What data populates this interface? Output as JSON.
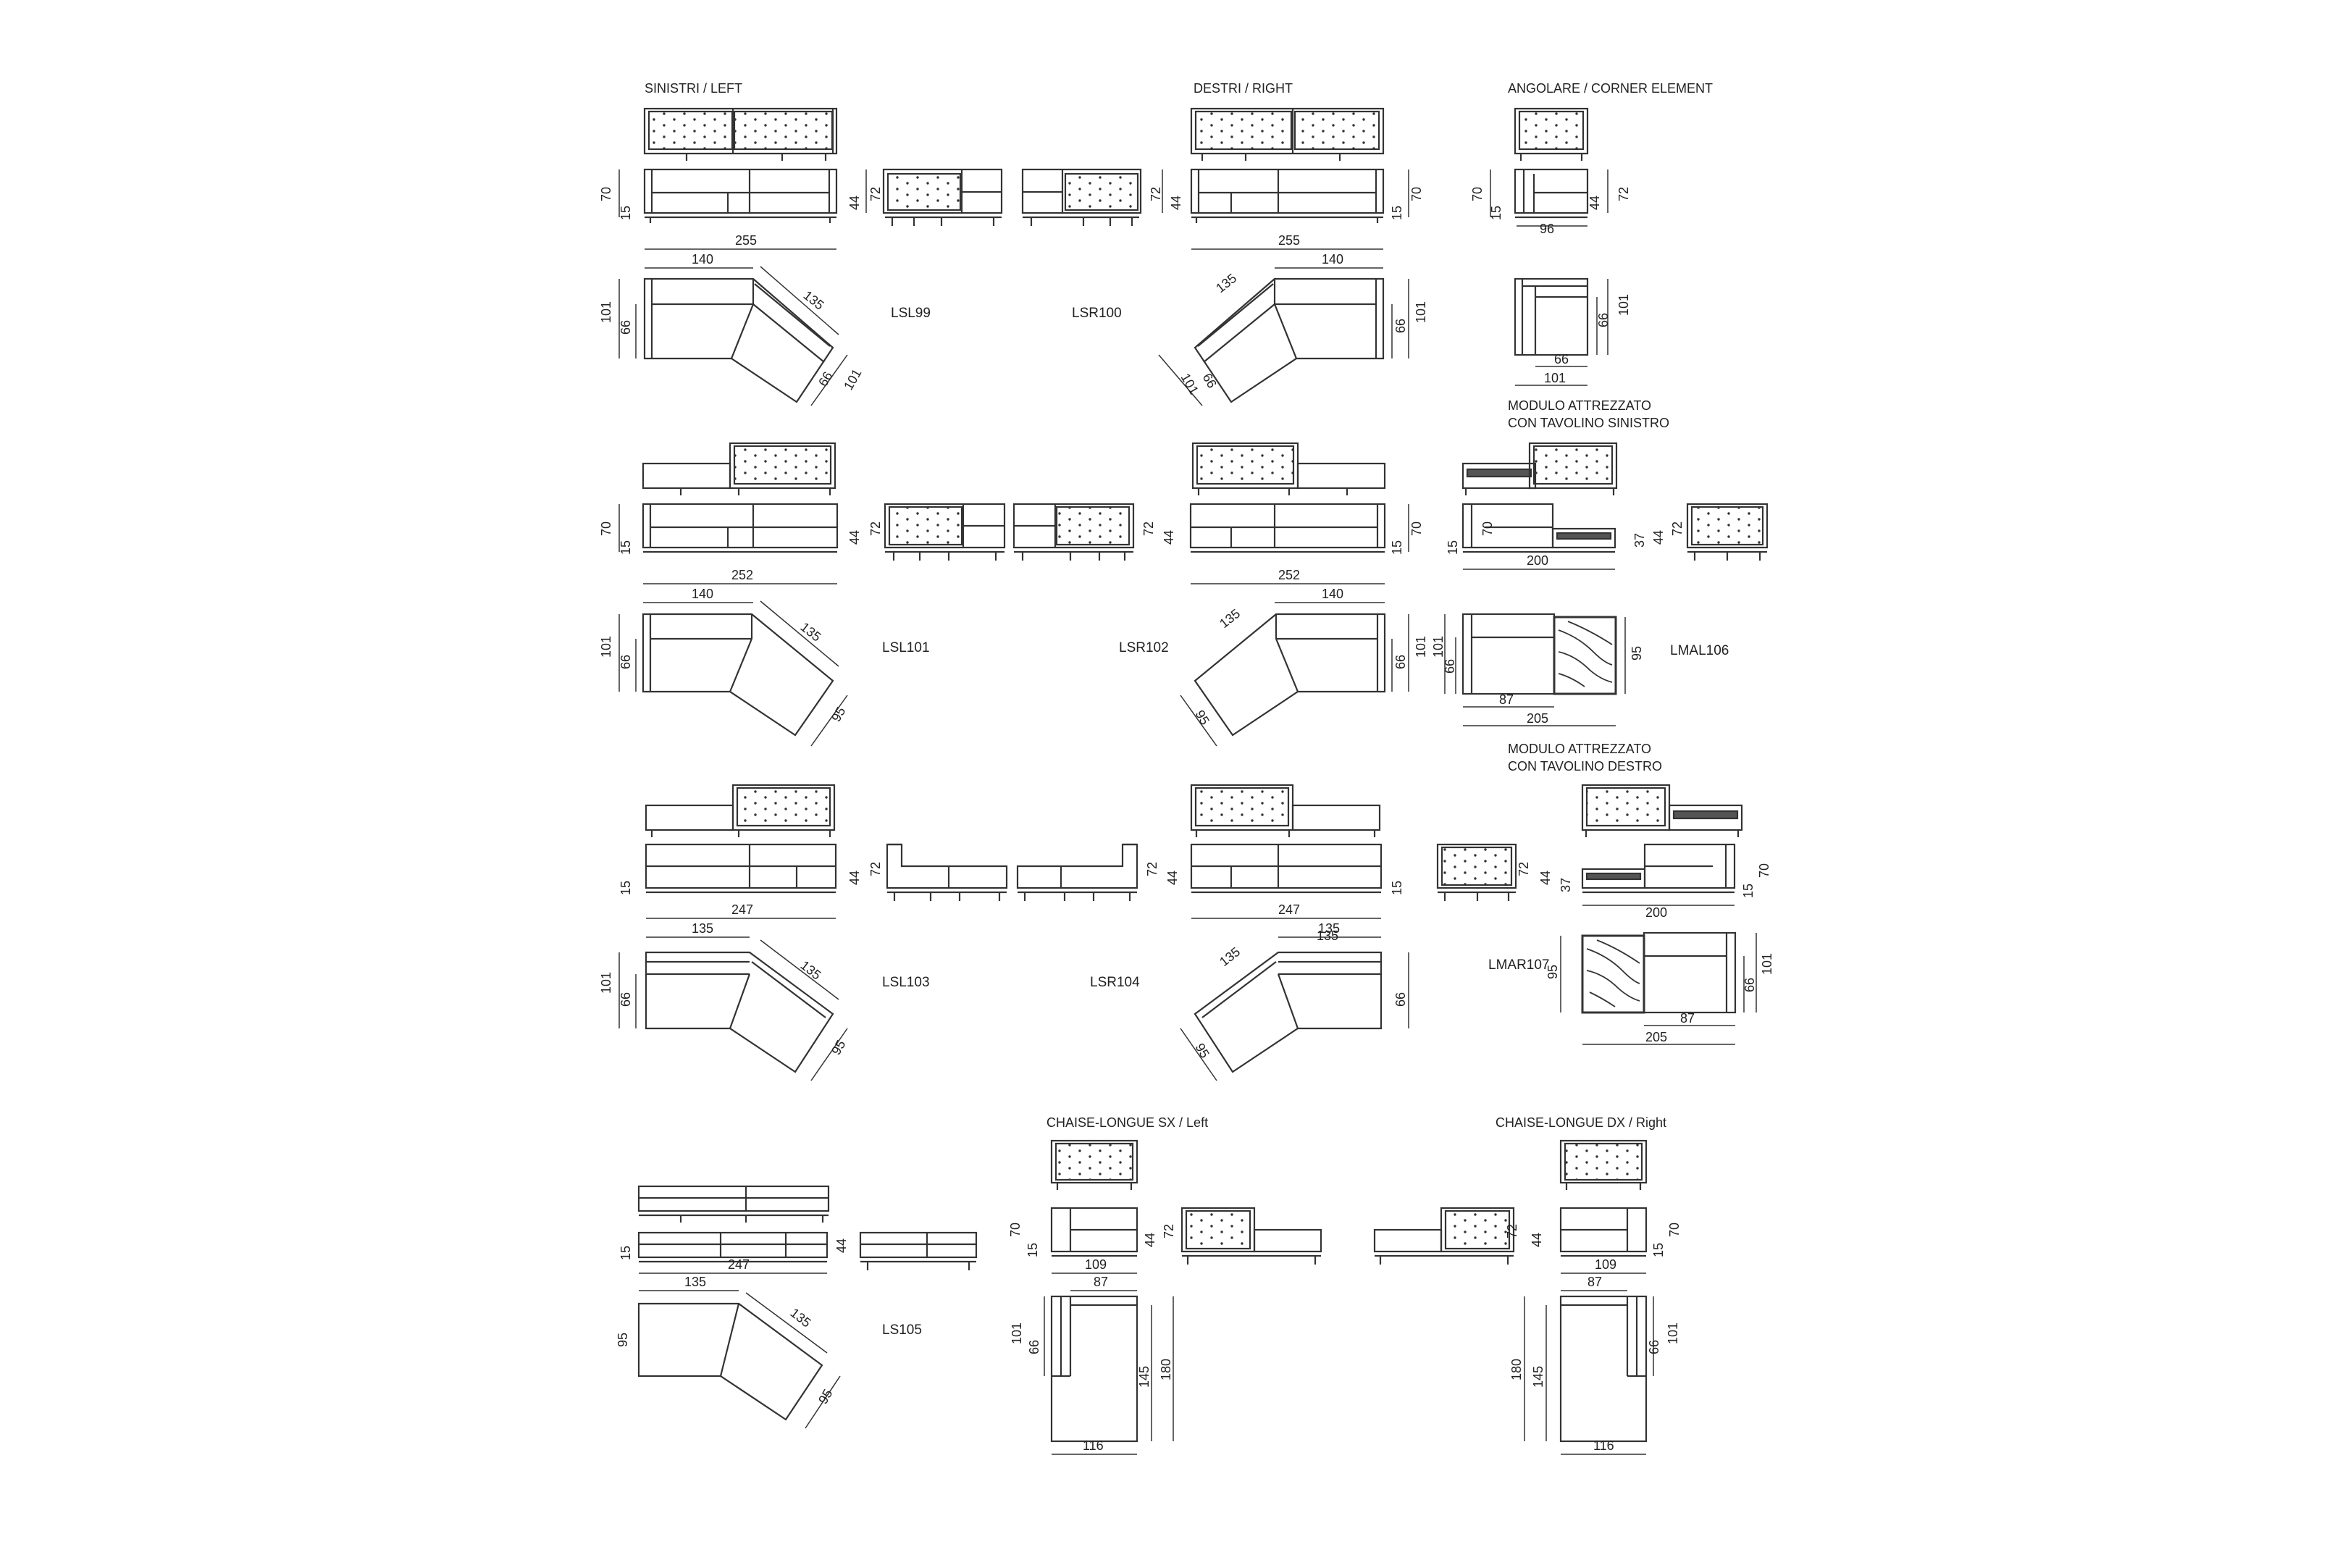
{
  "headings": {
    "left": "SINISTRI / LEFT",
    "right": "DESTRI / RIGHT",
    "corner": "ANGOLARE / CORNER ELEMENT",
    "lmal_1": "MODULO ATTREZZATO",
    "lmal_2": "CON TAVOLINO SINISTRO",
    "lmar_1": "MODULO ATTREZZATO",
    "lmar_2": "CON TAVOLINO DESTRO",
    "chaise_sx": "CHAISE-LONGUE SX / Left",
    "chaise_dx": "CHAISE-LONGUE DX / Right"
  },
  "codes": {
    "lsl99": "LSL99",
    "lsr100": "LSR100",
    "lsl101": "LSL101",
    "lsr102": "LSR102",
    "lsl103": "LSL103",
    "lsr104": "LSR104",
    "lmal106": "LMAL106",
    "lmar107": "LMAR107",
    "ls105": "LS105"
  },
  "dims": {
    "d70": "70",
    "d15": "15",
    "d44": "44",
    "d72": "72",
    "d255": "255",
    "d252": "252",
    "d247": "247",
    "d140": "140",
    "d135": "135",
    "d101": "101",
    "d66": "66",
    "d95": "95",
    "d96": "96",
    "d200": "200",
    "d37": "37",
    "d87": "87",
    "d205": "205",
    "d109": "109",
    "d145": "145",
    "d180": "180",
    "d116": "116"
  },
  "colors": {
    "line": "#333333",
    "background": "#ffffff",
    "tabletop": "#555555"
  }
}
